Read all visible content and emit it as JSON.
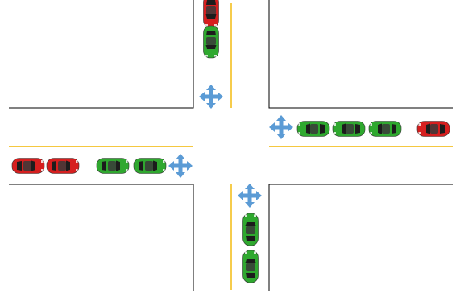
{
  "scene": {
    "description_kind": "traffic-intersection",
    "colors": {
      "road_edge": "#000000",
      "lane_line": "#f2b600",
      "arrow": "#5b9bd5",
      "car_green": "#2fa82f",
      "car_red": "#d61f1f",
      "car_window": "#1c1c1c"
    },
    "queues": [
      {
        "approach": "north",
        "direction": "southbound",
        "cars": [
          "red",
          "green"
        ]
      },
      {
        "approach": "east",
        "direction": "westbound",
        "cars": [
          "green",
          "green",
          "green",
          "red"
        ]
      },
      {
        "approach": "west",
        "direction": "eastbound",
        "cars": [
          "red",
          "red",
          "green",
          "green"
        ]
      },
      {
        "approach": "south",
        "direction": "northbound",
        "cars": [
          "green",
          "green"
        ]
      }
    ],
    "signals": [
      {
        "approach": "north",
        "icon": "four-way-arrow-icon"
      },
      {
        "approach": "east",
        "icon": "four-way-arrow-icon"
      },
      {
        "approach": "west",
        "icon": "four-way-arrow-icon"
      },
      {
        "approach": "south",
        "icon": "four-way-arrow-icon"
      }
    ]
  }
}
